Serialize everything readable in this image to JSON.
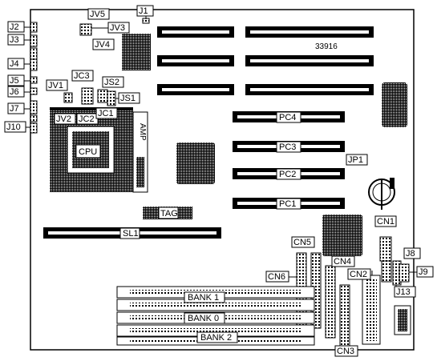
{
  "board": {
    "id_text": "33916",
    "cpu": "CPU",
    "amp": "AMP",
    "tag": "TAG",
    "sl1": "SL1",
    "pc_slots": [
      "PC4",
      "PC3",
      "PC2",
      "PC1"
    ],
    "banks": [
      "BANK 1",
      "BANK 0",
      "BANK 2"
    ]
  },
  "labels": {
    "J1": "J1",
    "J2": "J2",
    "J3": "J3",
    "J4": "J4",
    "J5": "J5",
    "J6": "J6",
    "J7": "J7",
    "J8": "J8",
    "J9": "J9",
    "J10": "J10",
    "J13": "J13",
    "JV1": "JV1",
    "JV2": "JV2",
    "JV3": "JV3",
    "JV4": "JV4",
    "JV5": "JV5",
    "JC1": "JC1",
    "JC2": "JC2",
    "JC3": "JC3",
    "JS1": "JS1",
    "JS2": "JS2",
    "JP1": "JP1",
    "CN1": "CN1",
    "CN2": "CN2",
    "CN3": "CN3",
    "CN4": "CN4",
    "CN5": "CN5",
    "CN6": "CN6"
  }
}
